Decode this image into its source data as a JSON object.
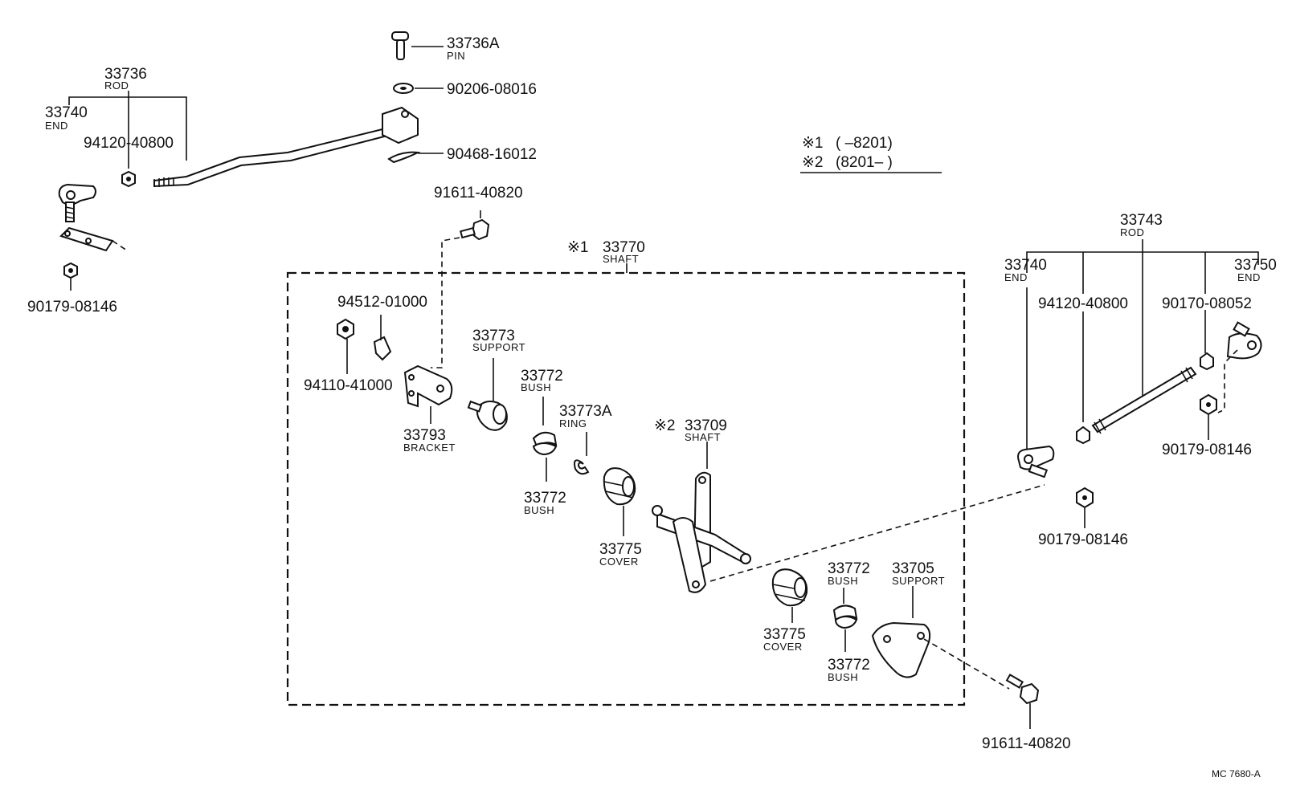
{
  "legend": {
    "row1_mark": "※1",
    "row1_range": "(       –8201)",
    "row2_mark": "※2",
    "row2_range": "(8201–       )"
  },
  "labels": {
    "p33736a": "33736A",
    "p33736a_name": "PIN",
    "p90206": "90206-08016",
    "p90468": "90468-16012",
    "p33736": "33736",
    "p33736_name": "ROD",
    "p33740_left": "33740",
    "p33740_left_name": "END",
    "p94120_left": "94120-40800",
    "p90179_left": "90179-08146",
    "p91611_top": "91611-40820",
    "p33770_mark": "※1",
    "p33770": "33770",
    "p33770_name": "SHAFT",
    "p94512": "94512-01000",
    "p94110": "94110-41000",
    "p33793": "33793",
    "p33793_name": "BRACKET",
    "p33773": "33773",
    "p33773_name": "SUPPORT",
    "p33772_a": "33772",
    "p33772_a_name": "BUSH",
    "p33773a": "33773A",
    "p33773a_name": "RING",
    "p33772_b": "33772",
    "p33772_b_name": "BUSH",
    "p33775_a": "33775",
    "p33775_a_name": "COVER",
    "p33709_mark": "※2",
    "p33709": "33709",
    "p33709_name": "SHAFT",
    "p33775_b": "33775",
    "p33775_b_name": "COVER",
    "p33772_c": "33772",
    "p33772_c_name": "BUSH",
    "p33705": "33705",
    "p33705_name": "SUPPORT",
    "p33772_d": "33772",
    "p33772_d_name": "BUSH",
    "p91611_bottom": "91611-40820",
    "p33743": "33743",
    "p33743_name": "ROD",
    "p33740_right": "33740",
    "p33740_right_name": "END",
    "p94120_right": "94120-40800",
    "p90170": "90170-08052",
    "p33750": "33750",
    "p33750_name": "END",
    "p90179_right_a": "90179-08146",
    "p90179_right_b": "90179-08146",
    "code": "MC 7680-A"
  }
}
